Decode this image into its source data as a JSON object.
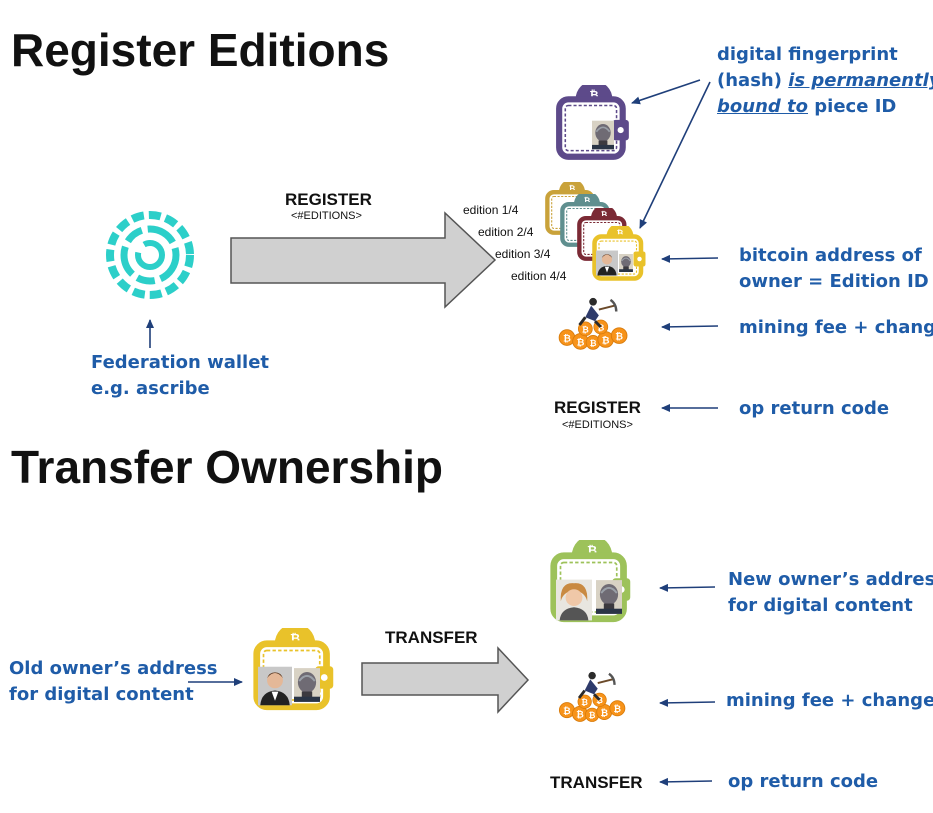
{
  "register": {
    "title": "Register Editions",
    "command": "REGISTER",
    "command_sub": "<#EDITIONS>",
    "federation_line1": "Federation wallet",
    "federation_line2": "e.g. ascribe",
    "fingerprint_line1": "digital fingerprint",
    "fingerprint_line2_a": "(hash) ",
    "fingerprint_line2_b": "is permanently",
    "fingerprint_line3_a": "bound to",
    "fingerprint_line3_b": " piece ID",
    "editions": [
      "edition 1/4",
      "edition 2/4",
      "edition 3/4",
      "edition 4/4"
    ],
    "bitcoin_line1": "bitcoin address of",
    "bitcoin_line2": "owner = Edition ID",
    "mining_fee": "mining fee + change",
    "op_return_cmd": "REGISTER",
    "op_return_sub": "<#EDITIONS>",
    "op_return_label": "op return code"
  },
  "transfer": {
    "title": "Transfer Ownership",
    "command": "TRANSFER",
    "old_owner_line1": "Old owner’s address",
    "old_owner_line2": "for digital content",
    "new_owner_line1": "New owner’s address",
    "new_owner_line2": "for digital content",
    "mining_fee": "mining fee + change",
    "op_return_cmd": "TRANSFER",
    "op_return_label": "op return code"
  },
  "colors": {
    "label_blue": "#1f5ca8",
    "ascribe_teal": "#2ccfc9",
    "wallet_purple": "#5d4a8a",
    "wallet_gold": "#c9a23a",
    "wallet_teal": "#5f8f8f",
    "wallet_maroon": "#7b2a35",
    "wallet_yellow": "#e9c22a",
    "wallet_green": "#9dc25a",
    "bitcoin_orange": "#f7931a",
    "arrow_grey": "#d0d0d0"
  }
}
